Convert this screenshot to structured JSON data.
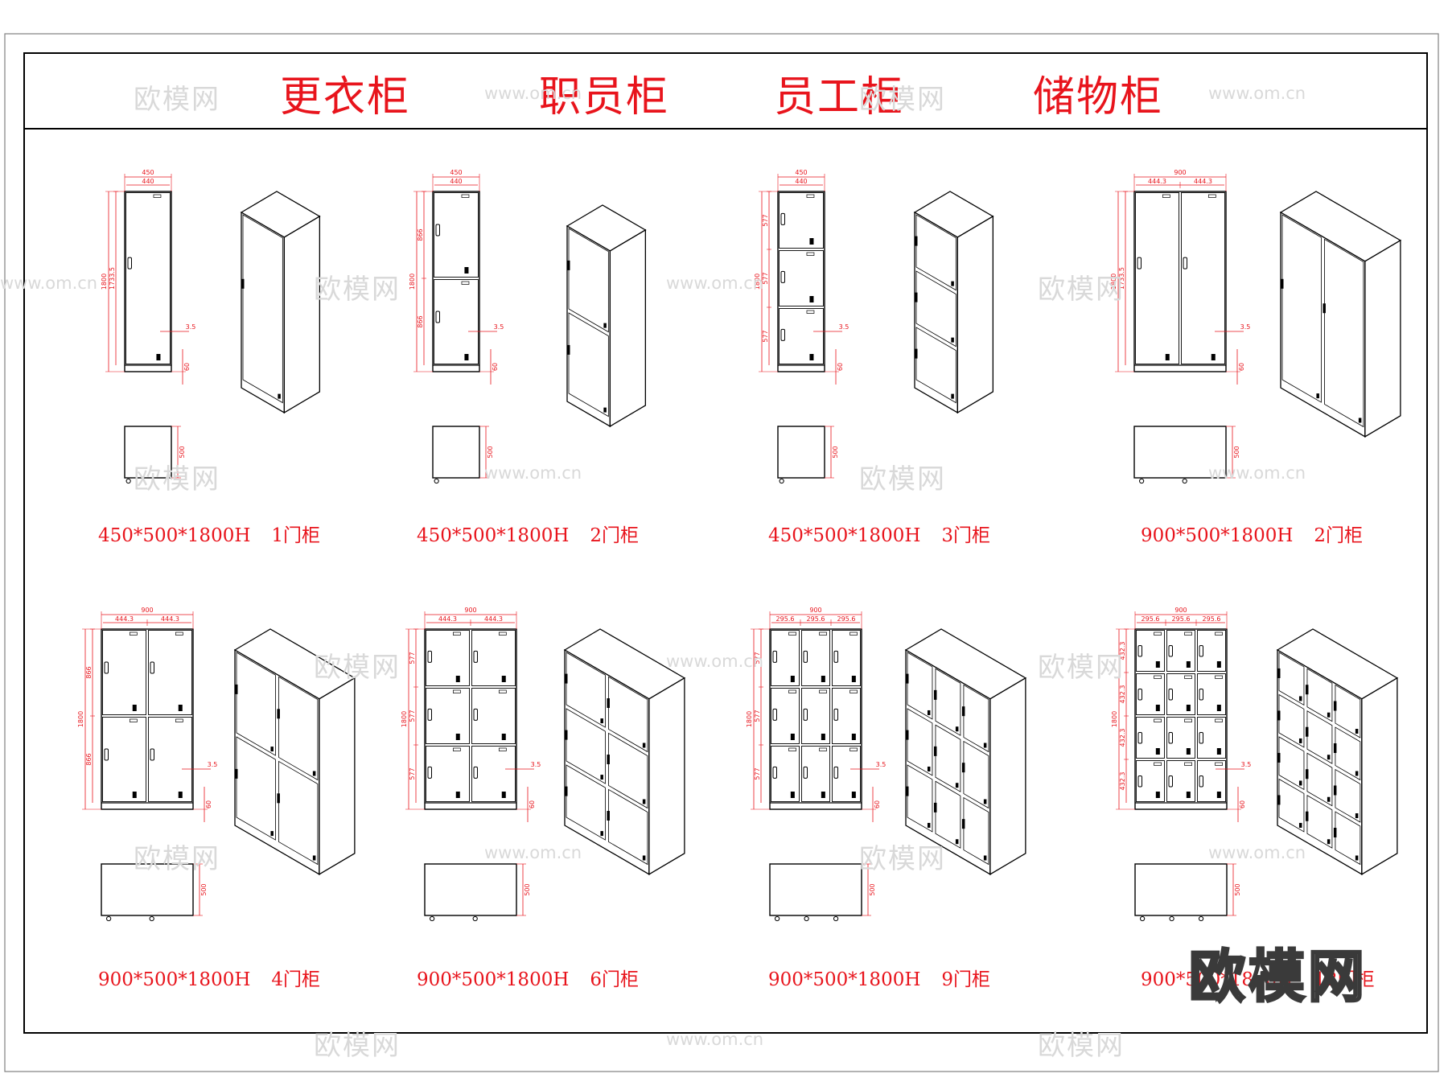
{
  "header": {
    "titles": [
      "更衣柜",
      "职员柜",
      "员工柜",
      "储物柜"
    ]
  },
  "cabinets": [
    {
      "size": "450*500*1800H",
      "doors": "1门柜",
      "cols": 1,
      "rows": 1,
      "dims": {
        "width": "450",
        "inner_width": "440",
        "height": "1800",
        "door_height": "1733.5",
        "gap": "3.5",
        "base": "60",
        "depth": "500"
      }
    },
    {
      "size": "450*500*1800H",
      "doors": "2门柜",
      "cols": 1,
      "rows": 2,
      "dims": {
        "width": "450",
        "inner_width": "440",
        "height": "1800",
        "door_height": "866",
        "gap": "3.5",
        "base": "60",
        "depth": "500"
      }
    },
    {
      "size": "450*500*1800H",
      "doors": "3门柜",
      "cols": 1,
      "rows": 3,
      "dims": {
        "width": "450",
        "inner_width": "440",
        "height": "1800",
        "door_height": "577",
        "gap": "3.5",
        "base": "60",
        "depth": "500"
      }
    },
    {
      "size": "900*500*1800H",
      "doors": "2门柜",
      "cols": 2,
      "rows": 1,
      "dims": {
        "width": "900",
        "inner_width": "444.3",
        "height": "1800",
        "door_height": "1733.5",
        "gap": "3.5",
        "base": "60",
        "depth": "500"
      }
    },
    {
      "size": "900*500*1800H",
      "doors": "4门柜",
      "cols": 2,
      "rows": 2,
      "dims": {
        "width": "900",
        "inner_width": "444.3",
        "height": "1800",
        "door_height": "866",
        "gap": "3.5",
        "base": "60",
        "depth": "500"
      }
    },
    {
      "size": "900*500*1800H",
      "doors": "6门柜",
      "cols": 2,
      "rows": 3,
      "dims": {
        "width": "900",
        "inner_width": "444.3",
        "height": "1800",
        "door_height": "577",
        "gap": "3.5",
        "base": "60",
        "depth": "500"
      }
    },
    {
      "size": "900*500*1800H",
      "doors": "9门柜",
      "cols": 3,
      "rows": 3,
      "dims": {
        "width": "900",
        "inner_width": "295.6",
        "height": "1800",
        "door_height": "577",
        "gap": "3.5",
        "base": "60",
        "depth": "500"
      }
    },
    {
      "size": "900*500*1800H",
      "doors": "12门柜",
      "cols": 3,
      "rows": 4,
      "dims": {
        "width": "900",
        "inner_width": "295.6",
        "height": "1800",
        "door_height": "432.3",
        "gap": "3.5",
        "base": "60",
        "depth": "500"
      }
    }
  ],
  "watermark": {
    "cn": "欧模网",
    "url": "www.om.cn"
  },
  "logo": "欧模网",
  "colors": {
    "dimension": "#e8141c",
    "drawing": "#000000",
    "watermark": "#d9d9d9"
  }
}
